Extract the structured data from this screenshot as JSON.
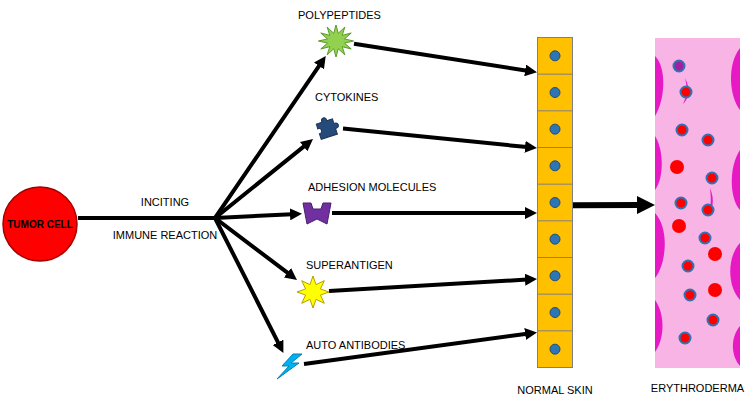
{
  "diagram": {
    "nodes": [
      {
        "text": [
          "TUMOR CELL"
        ]
      },
      {
        "text": [
          "POLYPEPTIDES"
        ]
      },
      {
        "text": [
          "CYTOKINES"
        ]
      },
      {
        "text": [
          "ADHESION MOLECULES"
        ]
      },
      {
        "text": [
          "SUPERANTIGEN"
        ]
      },
      {
        "text": [
          "AUTO ANTIBODIES"
        ]
      },
      {
        "text": [
          "NORMAL SKIN"
        ]
      },
      {
        "text": [
          "ERYTHRODERMA"
        ]
      }
    ],
    "edges": [
      {
        "from": 0,
        "to": 1,
        "arrow": "to"
      },
      {
        "from": 0,
        "to": 2,
        "arrow": "to"
      },
      {
        "from": 0,
        "to": 3,
        "arrow": "to"
      },
      {
        "from": 0,
        "to": 4,
        "arrow": "to"
      },
      {
        "from": 0,
        "to": 5,
        "arrow": "to"
      },
      {
        "from": 1,
        "to": 6,
        "arrow": "to"
      },
      {
        "from": 2,
        "to": 6,
        "arrow": "to"
      },
      {
        "from": 3,
        "to": 6,
        "arrow": "to"
      },
      {
        "from": 4,
        "to": 6,
        "arrow": "to"
      },
      {
        "from": 5,
        "to": 6,
        "arrow": "to"
      },
      {
        "from": 6,
        "to": 7,
        "arrow": "to"
      }
    ],
    "labels": [
      "INCITING",
      "IMMUNE REACTION"
    ]
  }
}
